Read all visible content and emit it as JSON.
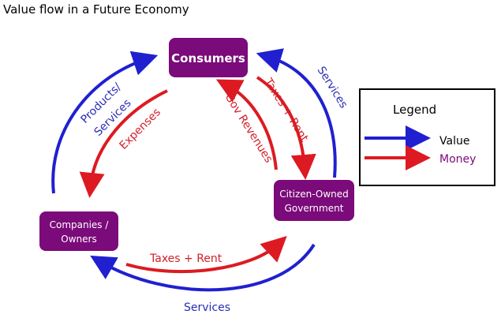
{
  "title": "Value flow in a Future Economy",
  "colors": {
    "value": "#2020d0",
    "money": "#dd1a22",
    "node": "#7b0a7a",
    "node_text": "#ffffff"
  },
  "nodes": {
    "consumers": "Consumers",
    "government": [
      "Citizen-Owned",
      "Government"
    ],
    "companies": [
      "Companies /",
      "Owners"
    ]
  },
  "edges": {
    "products_services": [
      "Products/",
      "Services"
    ],
    "expenses": "Expenses",
    "gov_revenues": "Gov Revenues",
    "taxes_rent_top": "Taxes + Rent",
    "services_right": "Services",
    "taxes_rent_bottom": "Taxes + Rent",
    "services_bottom": "Services"
  },
  "legend": {
    "title": "Legend",
    "items": [
      {
        "label": "Value",
        "color": "#2020d0"
      },
      {
        "label": "Money",
        "color": "#dd1a22"
      }
    ]
  }
}
